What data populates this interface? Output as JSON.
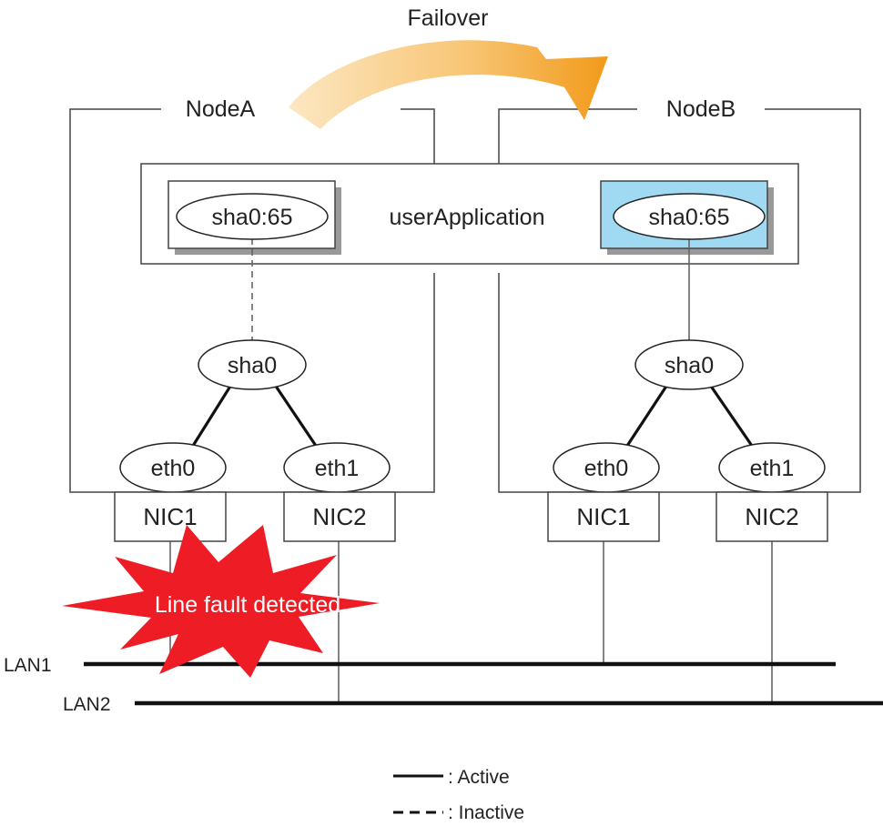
{
  "failover_label": "Failover",
  "node_a": {
    "name": "NodeA",
    "virtual_ip": "sha0:65",
    "interface": "sha0",
    "eth0": "eth0",
    "eth1": "eth1",
    "nic1": "NIC1",
    "nic2": "NIC2"
  },
  "node_b": {
    "name": "NodeB",
    "virtual_ip": "sha0:65",
    "interface": "sha0",
    "eth0": "eth0",
    "eth1": "eth1",
    "nic1": "NIC1",
    "nic2": "NIC2"
  },
  "user_application": "userApplication",
  "fault_label": "Line fault detected",
  "lans": {
    "lan1": "LAN1",
    "lan2": "LAN2"
  },
  "legend": {
    "active": ": Active",
    "inactive": ": Inactive"
  },
  "colors": {
    "fault_star": "#ee1c24",
    "active_highlight": "#9fd9f2",
    "failover_arrow_start": "#fce7c2",
    "failover_arrow_end": "#f29a1a",
    "box_shadow": "#999999"
  }
}
